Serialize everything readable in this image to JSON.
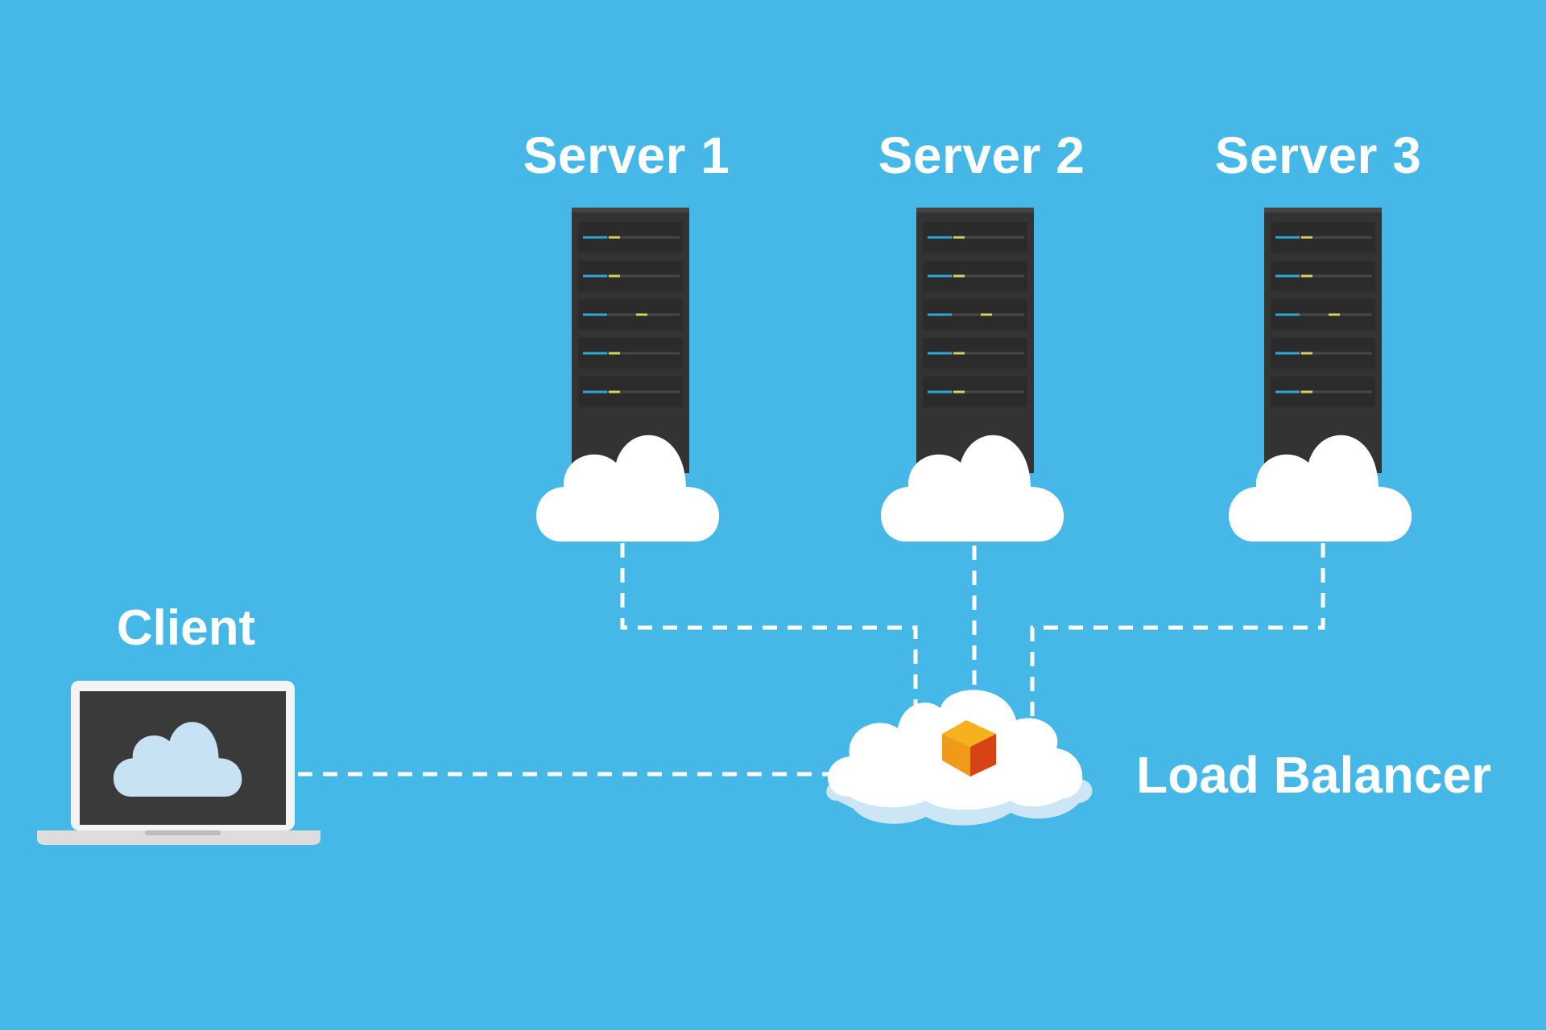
{
  "colors": {
    "background": "#45B8E8",
    "cloud": "#FFFFFF",
    "cloud_shadow": "#CDE6F6",
    "rack_body": "#333333",
    "rack_slot": "#2B2B2B",
    "led_blue": "#2EA7DB",
    "led_yellow": "#D4D35C",
    "connector": "#FFFFFF",
    "laptop_frame": "#F4F4F4",
    "laptop_screen": "#3A3A3A",
    "screen_cloud": "#C7E2F2",
    "cube_top": "#F6B21C",
    "cube_left": "#F09A1A",
    "cube_right": "#D84315"
  },
  "servers": [
    {
      "label": "Server 1",
      "icon": "server-rack-icon"
    },
    {
      "label": "Server 2",
      "icon": "server-rack-icon"
    },
    {
      "label": "Server 3",
      "icon": "server-rack-icon"
    }
  ],
  "client": {
    "label": "Client",
    "icon": "laptop-icon"
  },
  "load_balancer": {
    "label": "Load Balancer",
    "icon": "cube-icon"
  }
}
